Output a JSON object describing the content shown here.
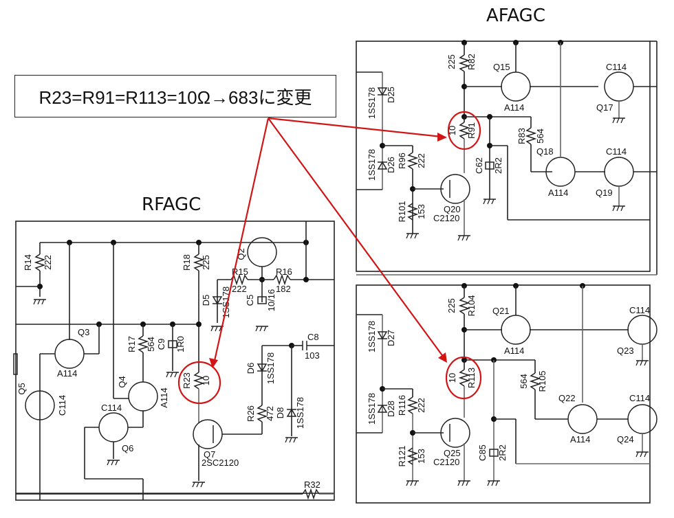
{
  "callout": {
    "text": "R23=R91=R113=10Ω→683に変更",
    "highlight_color": "#d21414"
  },
  "sections": {
    "afagc_title": "AFAGC",
    "rfagc_title": "RFAGC"
  },
  "rfagc": {
    "R14": {
      "ref": "R14",
      "value": "222"
    },
    "R18": {
      "ref": "R18",
      "value": "225"
    },
    "R15": {
      "ref": "R15",
      "value": "222"
    },
    "R16": {
      "ref": "R16",
      "value": "182"
    },
    "R17": {
      "ref": "R17",
      "value": "564"
    },
    "R23": {
      "ref": "R23",
      "value": "10"
    },
    "R26": {
      "ref": "R26",
      "value": "472"
    },
    "R32": {
      "ref": "R32"
    },
    "C5": {
      "ref": "C5",
      "value": "10/16"
    },
    "C8": {
      "ref": "C8",
      "value": "103"
    },
    "C9": {
      "ref": "C9",
      "value": "1R0"
    },
    "D5": {
      "ref": "D5",
      "value": "1SS178"
    },
    "D6": {
      "ref": "D6",
      "value": "1SS178"
    },
    "D8": {
      "ref": "D8",
      "value": "1SS178"
    },
    "Q2": {
      "ref": "Q2"
    },
    "Q3": {
      "ref": "Q3",
      "value": "A114"
    },
    "Q4": {
      "ref": "Q4",
      "value": "A114"
    },
    "Q5": {
      "ref": "Q5",
      "value": "C114"
    },
    "Q6": {
      "ref": "Q6",
      "value": "C114"
    },
    "Q7": {
      "ref": "Q7",
      "value": "2SC2120"
    }
  },
  "afagc_upper": {
    "R82": {
      "ref": "R82",
      "value": "225"
    },
    "R91": {
      "ref": "R91",
      "value": "10"
    },
    "R83": {
      "ref": "R83",
      "value": "564"
    },
    "R96": {
      "ref": "R96",
      "value": "222"
    },
    "R101": {
      "ref": "R101",
      "value": "153"
    },
    "C62": {
      "ref": "C62",
      "value": "2R2"
    },
    "D25": {
      "ref": "D25",
      "value": "1SS178"
    },
    "D26": {
      "ref": "D26",
      "value": "1SS178"
    },
    "Q15": {
      "ref": "Q15",
      "value": "A114"
    },
    "Q17": {
      "ref": "Q17",
      "value": "C114"
    },
    "Q18": {
      "ref": "Q18",
      "value": "A114"
    },
    "Q19": {
      "ref": "Q19",
      "value": "C114"
    },
    "Q20": {
      "ref": "Q20",
      "value": "C2120"
    }
  },
  "afagc_lower": {
    "R104": {
      "ref": "R104",
      "value": "225"
    },
    "R113": {
      "ref": "R113",
      "value": "10"
    },
    "R105": {
      "ref": "R105",
      "value": "564"
    },
    "R116": {
      "ref": "R116",
      "value": "222"
    },
    "R121": {
      "ref": "R121",
      "value": "153"
    },
    "C85": {
      "ref": "C85",
      "value": "2R2"
    },
    "D27": {
      "ref": "D27",
      "value": "1SS178"
    },
    "D28": {
      "ref": "D28",
      "value": "1SS178"
    },
    "Q21": {
      "ref": "Q21",
      "value": "A114"
    },
    "Q22": {
      "ref": "Q22",
      "value": "A114"
    },
    "Q23": {
      "ref": "Q23",
      "value": "C114"
    },
    "Q24": {
      "ref": "Q24",
      "value": "C114"
    },
    "Q25": {
      "ref": "Q25",
      "value": "C2120"
    }
  }
}
